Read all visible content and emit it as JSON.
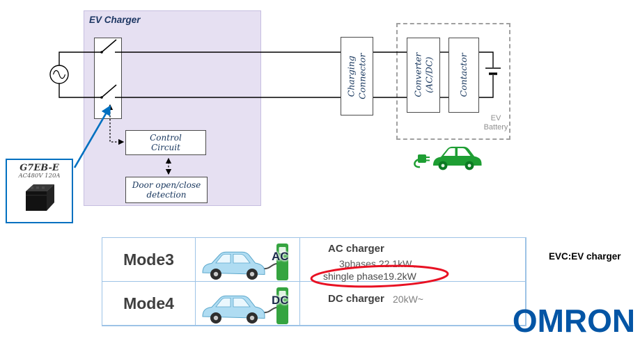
{
  "colors": {
    "lavender_panel": "#E6E0F2",
    "accent_blue": "#0070C0",
    "navy_text": "#1F3864",
    "car_green": "#1E9E33",
    "car_body_blue": "#AFDCF2",
    "charger_station_green": "#35A440",
    "highlight_red": "#E81123",
    "table_border_blue": "#9DC3E6",
    "omron_blue": "#0455A5",
    "battery_label_gray": "#909090"
  },
  "diagram": {
    "ev_charger_label": "EV Charger",
    "control_circuit": [
      "Control",
      "Circuit"
    ],
    "door_detection": [
      "Door open/close",
      "detection"
    ],
    "charging_connector": [
      "Charging",
      "Connector"
    ],
    "converter": [
      "Converter",
      "(AC/DC)"
    ],
    "contactor": "Contactor",
    "ev_battery": [
      "EV",
      "Battery"
    ],
    "relay": {
      "name": "G7EB-E",
      "spec": "AC480V 120A"
    }
  },
  "table": {
    "rows": [
      {
        "mode": "Mode3",
        "current": "AC",
        "title": "AC charger",
        "detail1": "3phases 22.1kW、",
        "detail2": "shingle phase19.2kW"
      },
      {
        "mode": "Mode4",
        "current": "DC",
        "title": "DC charger",
        "detail1": "20kW~"
      }
    ]
  },
  "note": "EVC:EV charger",
  "logo_text": "OMRON"
}
